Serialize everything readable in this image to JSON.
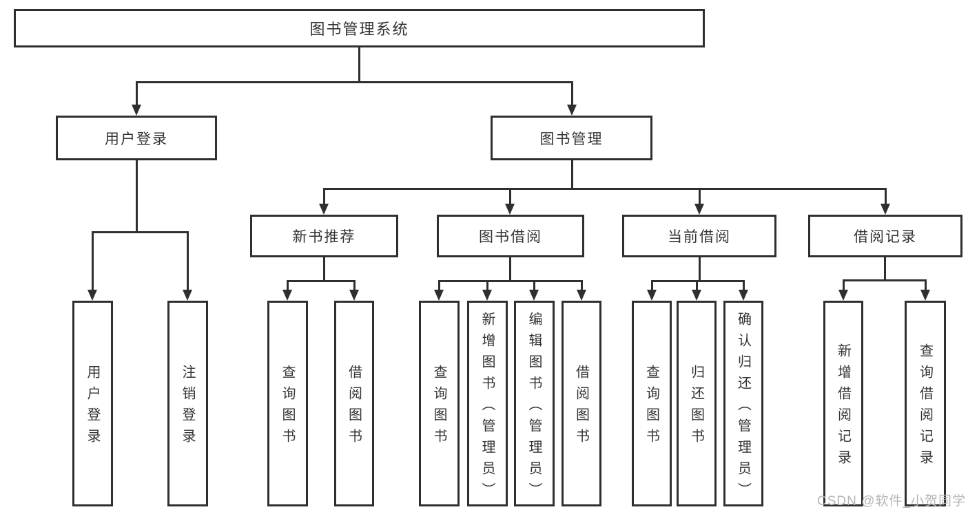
{
  "tree": {
    "label": "图书管理系统",
    "children": [
      {
        "label": "用户登录",
        "children": [
          {
            "label": "用户登录"
          },
          {
            "label": "注销登录"
          }
        ]
      },
      {
        "label": "图书管理",
        "children": [
          {
            "label": "新书推荐",
            "children": [
              {
                "label": "查询图书"
              },
              {
                "label": "借阅图书"
              }
            ]
          },
          {
            "label": "图书借阅",
            "children": [
              {
                "label": "查询图书"
              },
              {
                "label": "新增图书（管理员）"
              },
              {
                "label": "编辑图书（管理员）"
              },
              {
                "label": "借阅图书"
              }
            ]
          },
          {
            "label": "当前借阅",
            "children": [
              {
                "label": "查询图书"
              },
              {
                "label": "归还图书"
              },
              {
                "label": "确认归还（管理员）"
              }
            ]
          },
          {
            "label": "借阅记录",
            "children": [
              {
                "label": "新增借阅记录"
              },
              {
                "label": "查询借阅记录"
              }
            ]
          }
        ]
      }
    ]
  },
  "watermark": {
    "text": "CSDN @软件_小贺同学"
  },
  "colors": {
    "line": "#2f2f2f",
    "text": "#333333",
    "watermark": "#b6b6b6",
    "background": "#ffffff"
  }
}
